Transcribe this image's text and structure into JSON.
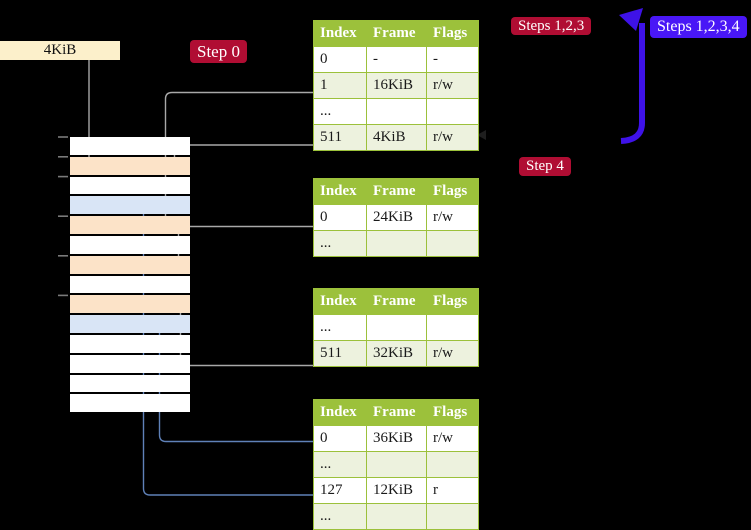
{
  "labels": {
    "frame_size": "4KiB",
    "step0": "Step 0",
    "steps123": "Steps 1,2,3",
    "steps1234": "Steps 1,2,3,4",
    "step4": "Step 4"
  },
  "colors": {
    "table_header_green": "#9CC13B",
    "table_row_green": "#EDF2DE",
    "highlight_yellow": "#FEFE9C",
    "frame_with_table_orange": "#FCE3C8",
    "frame_mapped_blue": "#D9E5F6",
    "frame_size_box_cream": "#FCF0CB",
    "badge_crimson": "#B00D33",
    "badge_blue": "#4917F6",
    "arrow_blue_thick": "#3E12E8",
    "arrow_blue_thin": "#5F81B8",
    "arrow_gray": "#A8A8A8"
  },
  "memory": {
    "rows": [
      "plain",
      "table",
      "plain",
      "mapped",
      "table",
      "plain",
      "table",
      "plain",
      "table",
      "mapped",
      "plain",
      "plain",
      "plain",
      "plain"
    ]
  },
  "tables": [
    {
      "name": "page-table-top",
      "headers": [
        "Index",
        "Frame",
        "Flags"
      ],
      "rows": [
        {
          "cells": [
            "0",
            "-",
            "-"
          ]
        },
        {
          "cells": [
            "1",
            "16KiB",
            "r/w"
          ]
        },
        {
          "cells": [
            "...",
            "",
            ""
          ]
        },
        {
          "cells": [
            "511",
            "4KiB",
            "r/w"
          ],
          "highlight": true
        }
      ]
    },
    {
      "name": "page-table-second",
      "headers": [
        "Index",
        "Frame",
        "Flags"
      ],
      "rows": [
        {
          "cells": [
            "0",
            "24KiB",
            "r/w"
          ]
        },
        {
          "cells": [
            "...",
            "",
            ""
          ]
        }
      ]
    },
    {
      "name": "page-table-third",
      "headers": [
        "Index",
        "Frame",
        "Flags"
      ],
      "rows": [
        {
          "cells": [
            "...",
            "",
            ""
          ]
        },
        {
          "cells": [
            "511",
            "32KiB",
            "r/w"
          ]
        }
      ]
    },
    {
      "name": "page-table-bottom",
      "headers": [
        "Index",
        "Frame",
        "Flags"
      ],
      "rows": [
        {
          "cells": [
            "0",
            "36KiB",
            "r/w"
          ]
        },
        {
          "cells": [
            "...",
            "",
            ""
          ]
        },
        {
          "cells": [
            "127",
            "12KiB",
            "r"
          ]
        },
        {
          "cells": [
            "...",
            "",
            ""
          ]
        }
      ]
    }
  ]
}
